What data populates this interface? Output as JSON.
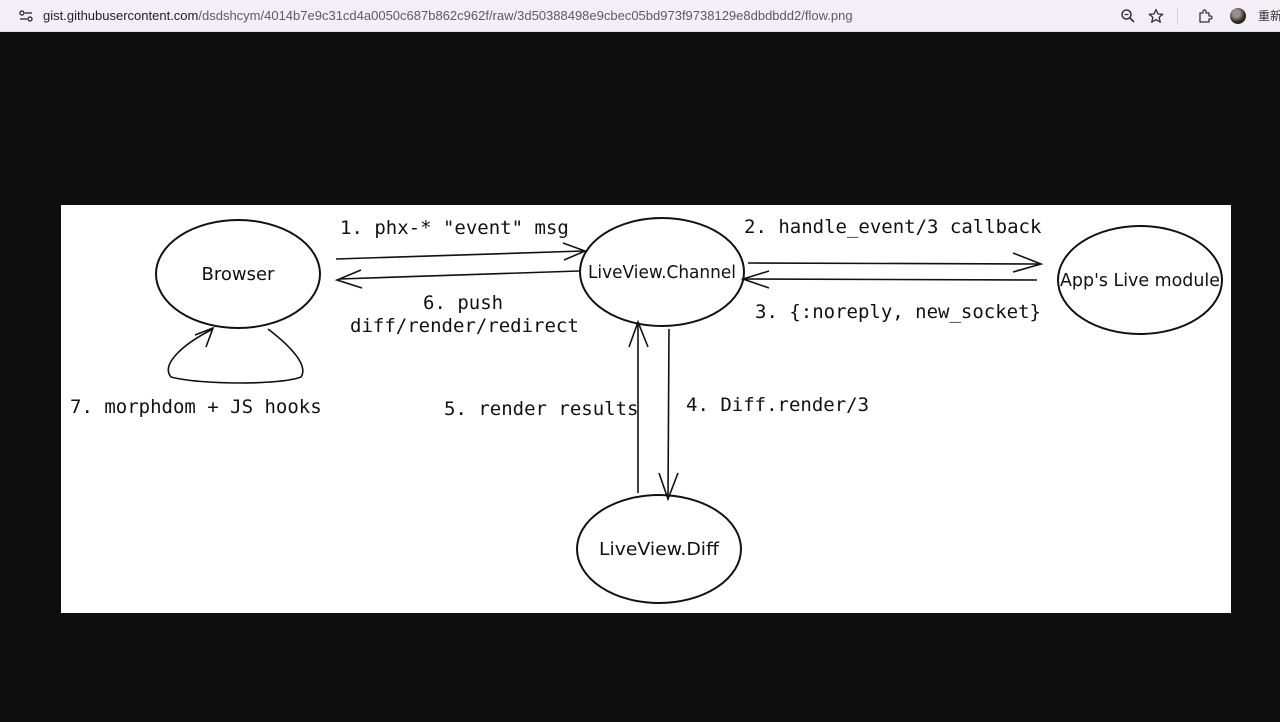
{
  "browser": {
    "url_domain": "gist.githubusercontent.com",
    "url_path": "/dsdshcym/4014b7e9c31cd4a0050c687b862c962f/raw/3d50388498e9cbec05bd973f9738129e8dbdbdd2/flow.png",
    "overflow_text": "重新",
    "icons": [
      "site-info-icon",
      "zoom-icon",
      "star-icon",
      "extensions-icon",
      "profile-avatar"
    ]
  },
  "diagram": {
    "nodes": {
      "browser": "Browser",
      "channel": "LiveView.Channel",
      "app": "App's Live module",
      "diff": "LiveView.Diff"
    },
    "edges": {
      "e1": "1. phx-* \"event\" msg",
      "e2": "2. handle_event/3 callback",
      "e3": "3. {:noreply, new_socket}",
      "e4": "4. Diff.render/3",
      "e5": "5. render results",
      "e6_line1": "6. push",
      "e6_line2": "diff/render/redirect",
      "e7": "7. morphdom + JS hooks"
    }
  }
}
